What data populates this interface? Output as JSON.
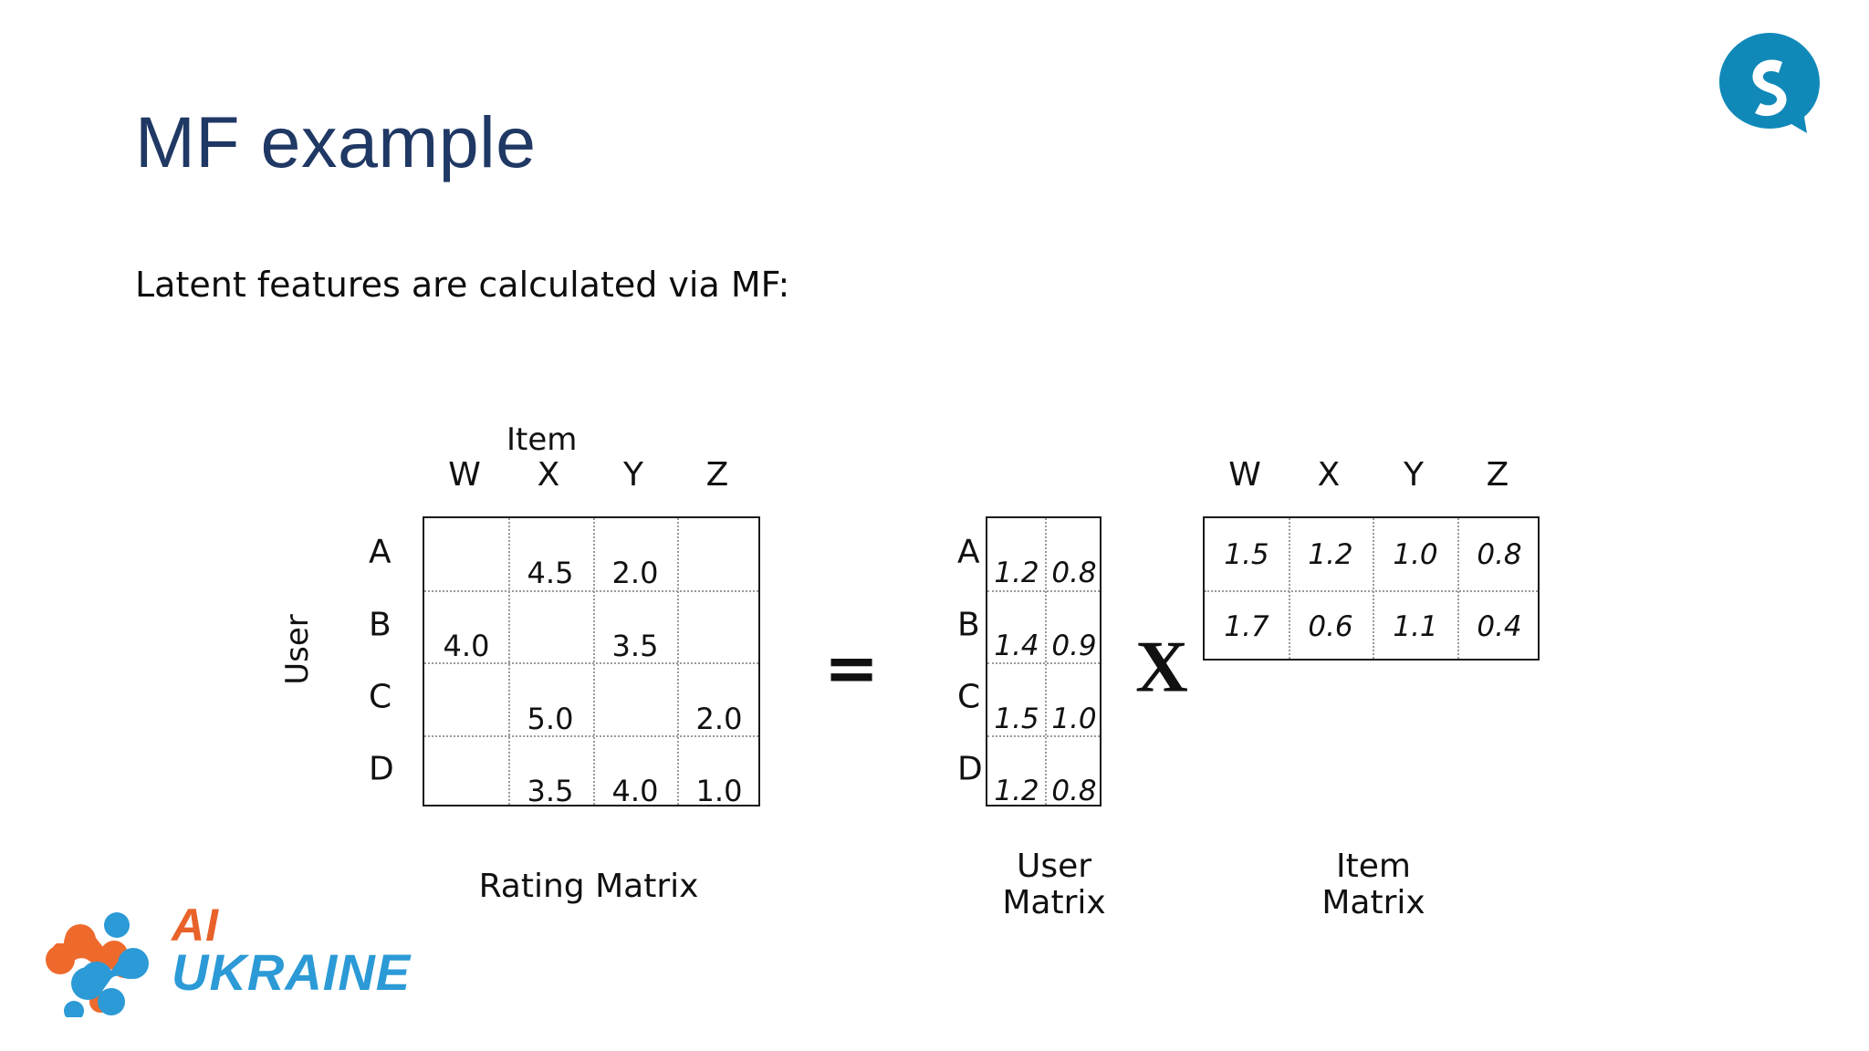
{
  "slide": {
    "title": "MF example",
    "subtitle": "Latent features are calculated via MF:",
    "title_color": "#1F3864",
    "background": "#ffffff"
  },
  "figure": {
    "item_axis_label": "Item",
    "user_axis_label": "User",
    "equals_operator": "=",
    "times_operator": "X",
    "rating_matrix": {
      "caption": "Rating Matrix",
      "column_headers": [
        "W",
        "X",
        "Y",
        "Z"
      ],
      "row_headers": [
        "A",
        "B",
        "C",
        "D"
      ],
      "rows": [
        [
          "",
          "4.5",
          "2.0",
          ""
        ],
        [
          "4.0",
          "",
          "3.5",
          ""
        ],
        [
          "",
          "5.0",
          "",
          "2.0"
        ],
        [
          "",
          "3.5",
          "4.0",
          "1.0"
        ]
      ]
    },
    "user_matrix": {
      "caption_line1": "User",
      "caption_line2": "Matrix",
      "row_headers": [
        "A",
        "B",
        "C",
        "D"
      ],
      "rows": [
        [
          "1.2",
          "0.8"
        ],
        [
          "1.4",
          "0.9"
        ],
        [
          "1.5",
          "1.0"
        ],
        [
          "1.2",
          "0.8"
        ]
      ]
    },
    "item_matrix": {
      "caption_line1": "Item",
      "caption_line2": "Matrix",
      "column_headers": [
        "W",
        "X",
        "Y",
        "Z"
      ],
      "rows": [
        [
          "1.5",
          "1.2",
          "1.0",
          "0.8"
        ],
        [
          "1.7",
          "0.6",
          "1.1",
          "0.4"
        ]
      ]
    }
  },
  "branding": {
    "top_right_logo_name": "speech-bubble-logo",
    "top_right_logo_color": "#1089B8",
    "ai_text": "AI",
    "ukraine_text": "UKRAINE",
    "ai_color": "#E8622A",
    "ukraine_color": "#2B9AD6"
  }
}
